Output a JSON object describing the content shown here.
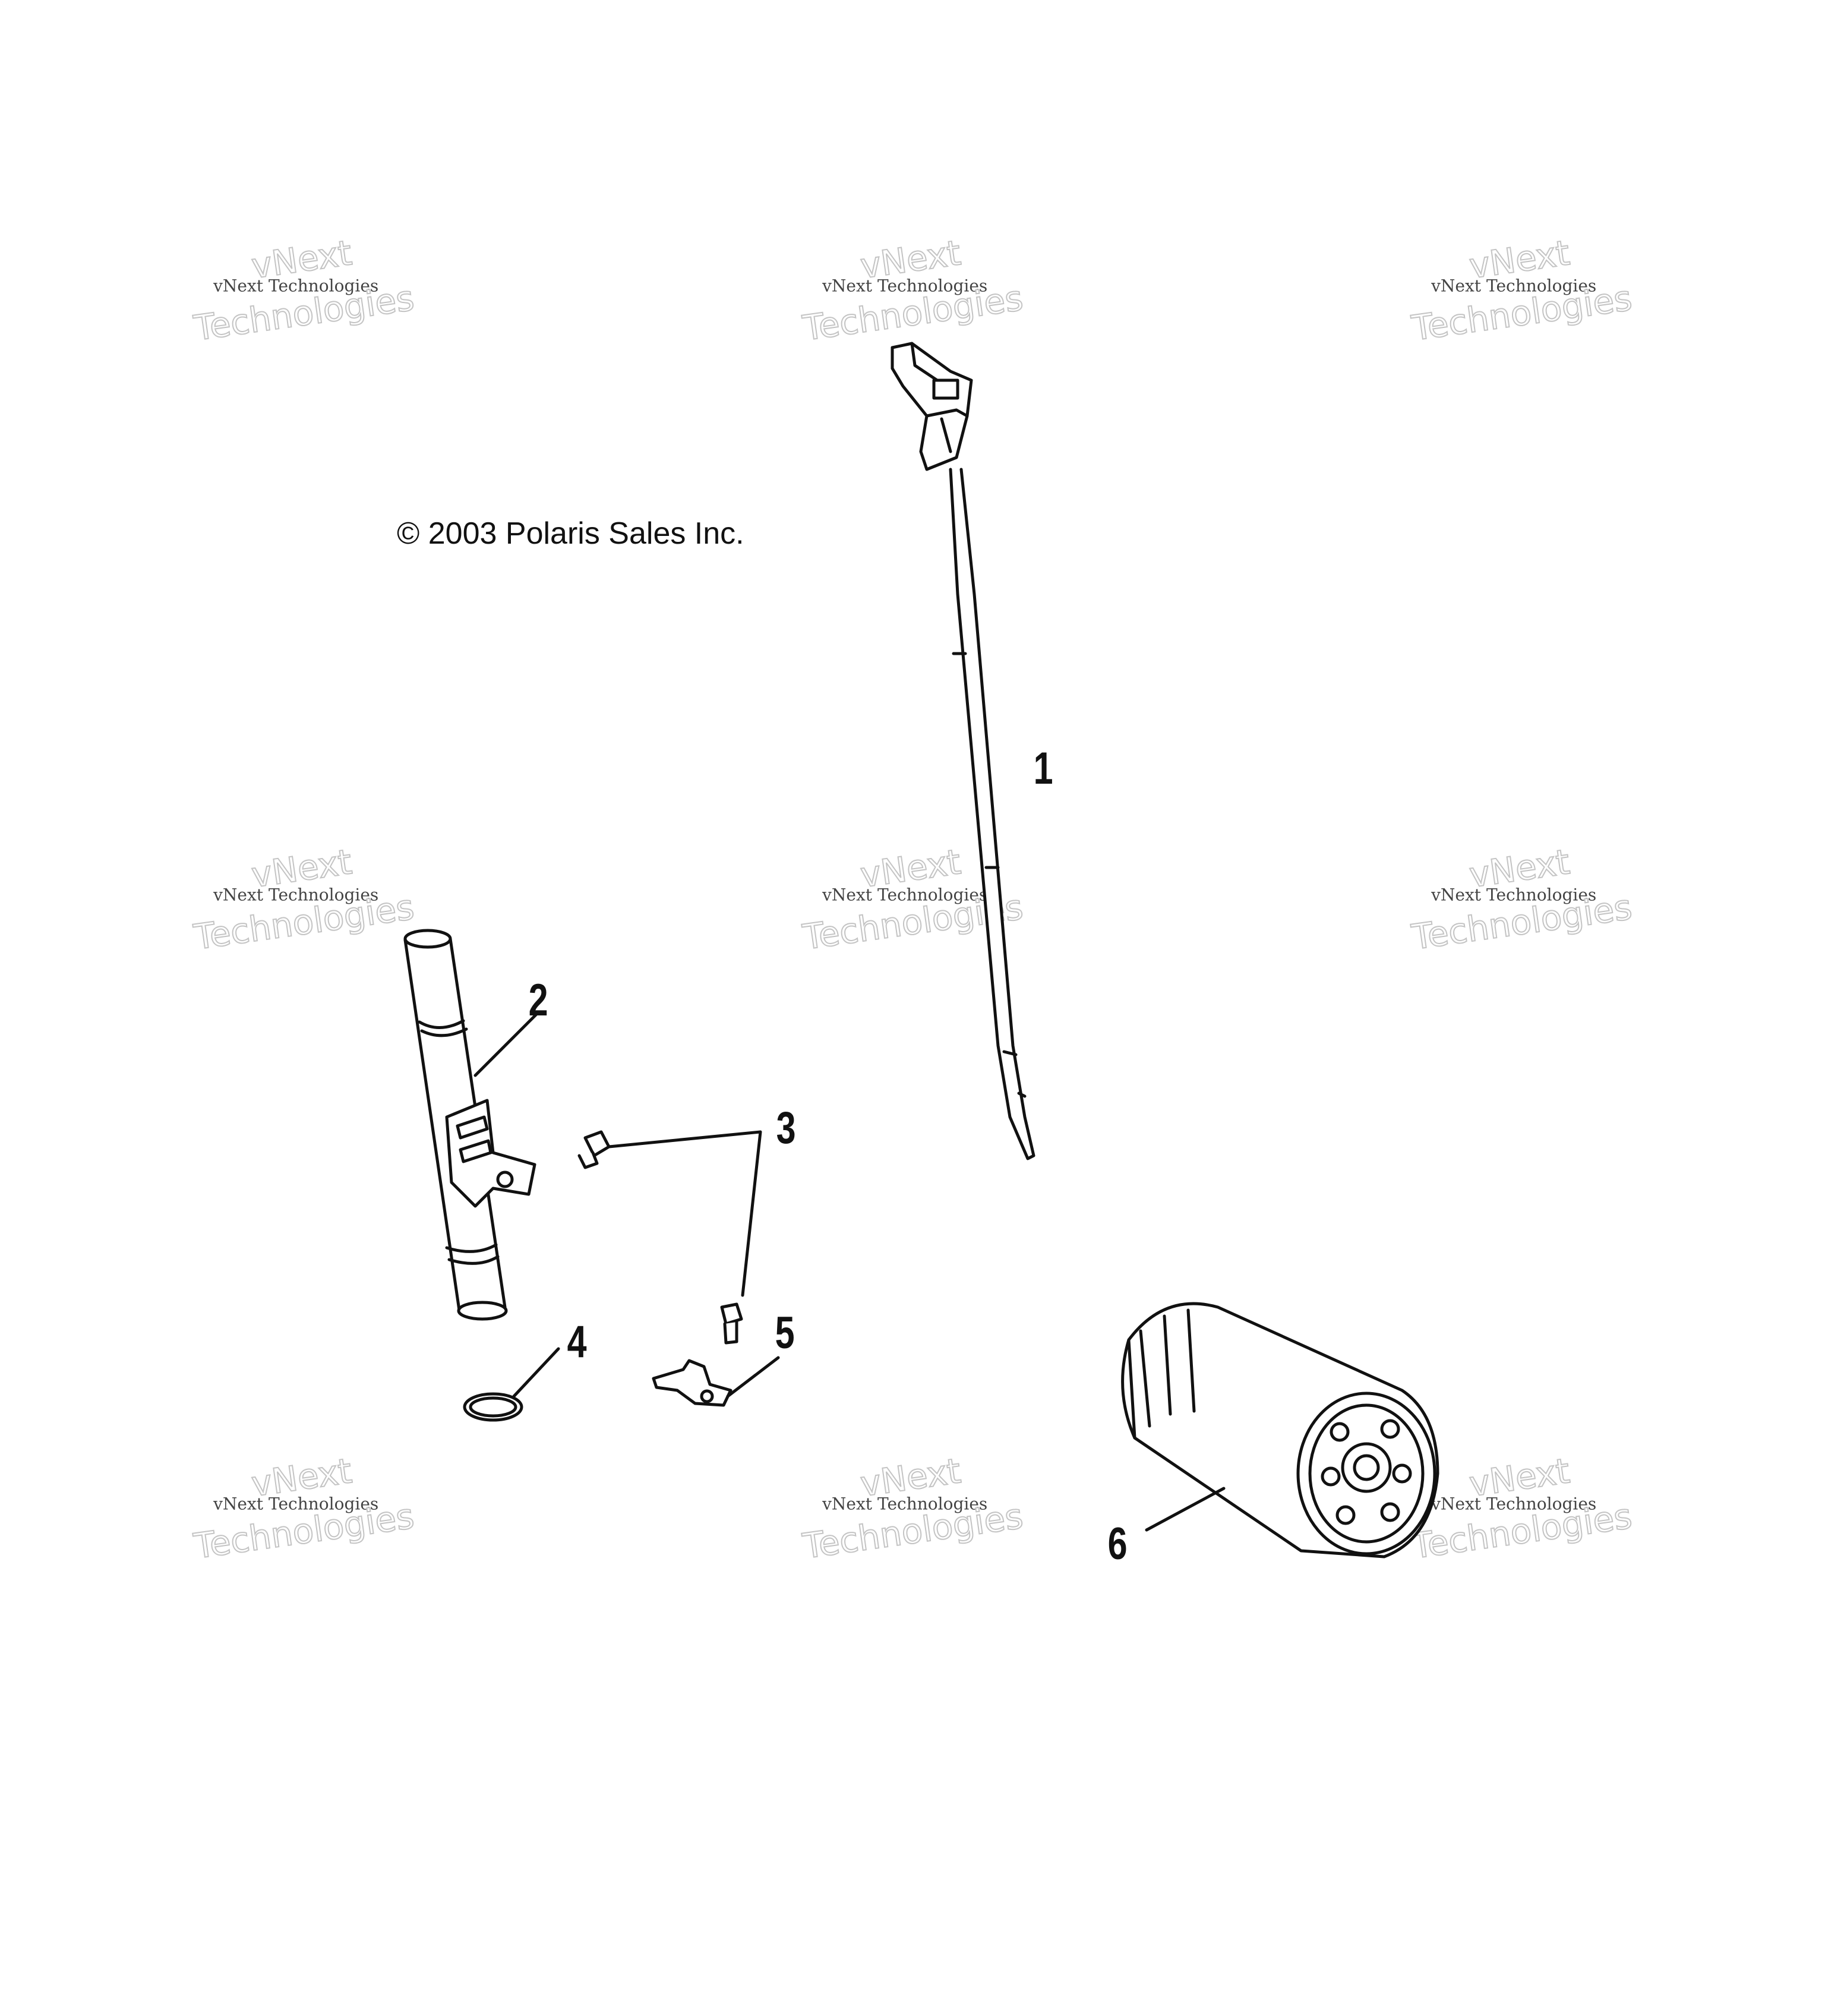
{
  "copyright": "© 2003 Polaris Sales Inc.",
  "watermark": {
    "logo_text": "vNext",
    "small_text": "vNext Technologies",
    "large_text": "Technologies"
  },
  "callouts": [
    {
      "id": "1",
      "part": "dipstick"
    },
    {
      "id": "2",
      "part": "oil-fill-tube"
    },
    {
      "id": "3",
      "part": "bolt"
    },
    {
      "id": "4",
      "part": "o-ring"
    },
    {
      "id": "5",
      "part": "bracket"
    },
    {
      "id": "6",
      "part": "oil-filter"
    }
  ],
  "colors": {
    "line": "#111111",
    "watermark_outline": "#c4c4c4",
    "background": "#ffffff"
  }
}
